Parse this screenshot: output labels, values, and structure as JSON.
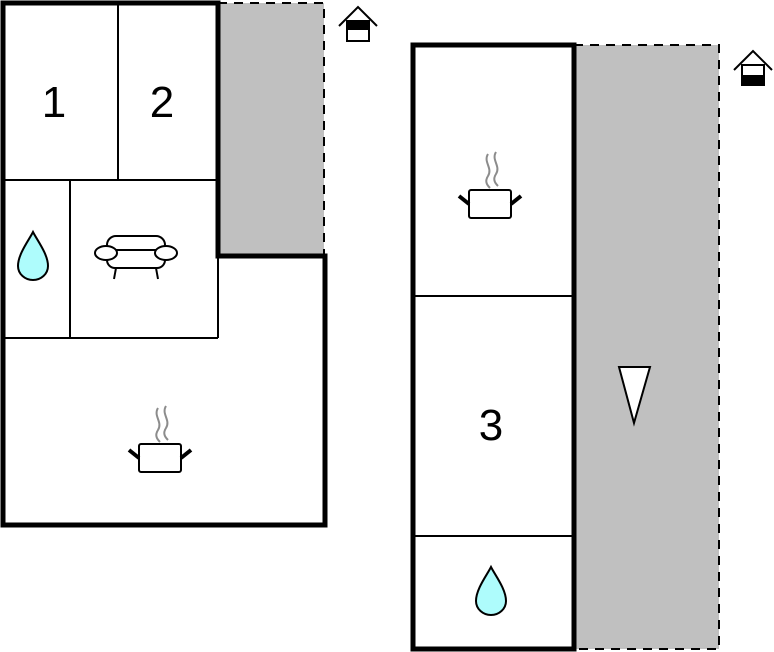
{
  "diagram": {
    "type": "floor-plan",
    "colors": {
      "wall": "#000000",
      "outdoor_area": "#c0c0c0",
      "water": "#aefcfc",
      "steam": "#8c8c8c",
      "background": "#ffffff"
    },
    "buildings": [
      {
        "name": "building-1",
        "rooms": [
          {
            "id": "bedroom-1",
            "label": "1",
            "type": "bedroom"
          },
          {
            "id": "bedroom-2",
            "label": "2",
            "type": "bedroom"
          },
          {
            "id": "bathroom-1",
            "label": "",
            "type": "bathroom",
            "icon": "water-drop-icon"
          },
          {
            "id": "living-room",
            "label": "",
            "type": "living",
            "icon": "sofa-icon"
          },
          {
            "id": "kitchen-1",
            "label": "",
            "type": "kitchen",
            "icon": "cooking-pot-icon"
          }
        ],
        "outdoor": {
          "type": "terrace",
          "icon": "house-entrance-icon"
        }
      },
      {
        "name": "building-2",
        "rooms": [
          {
            "id": "kitchen-2",
            "label": "",
            "type": "kitchen",
            "icon": "cooking-pot-icon"
          },
          {
            "id": "bedroom-3",
            "label": "3",
            "type": "bedroom"
          },
          {
            "id": "bathroom-2",
            "label": "",
            "type": "bathroom",
            "icon": "water-drop-icon"
          }
        ],
        "outdoor": {
          "type": "terrace",
          "icon": "house-entrance-icon",
          "marker": "direction-triangle-icon"
        }
      }
    ]
  }
}
